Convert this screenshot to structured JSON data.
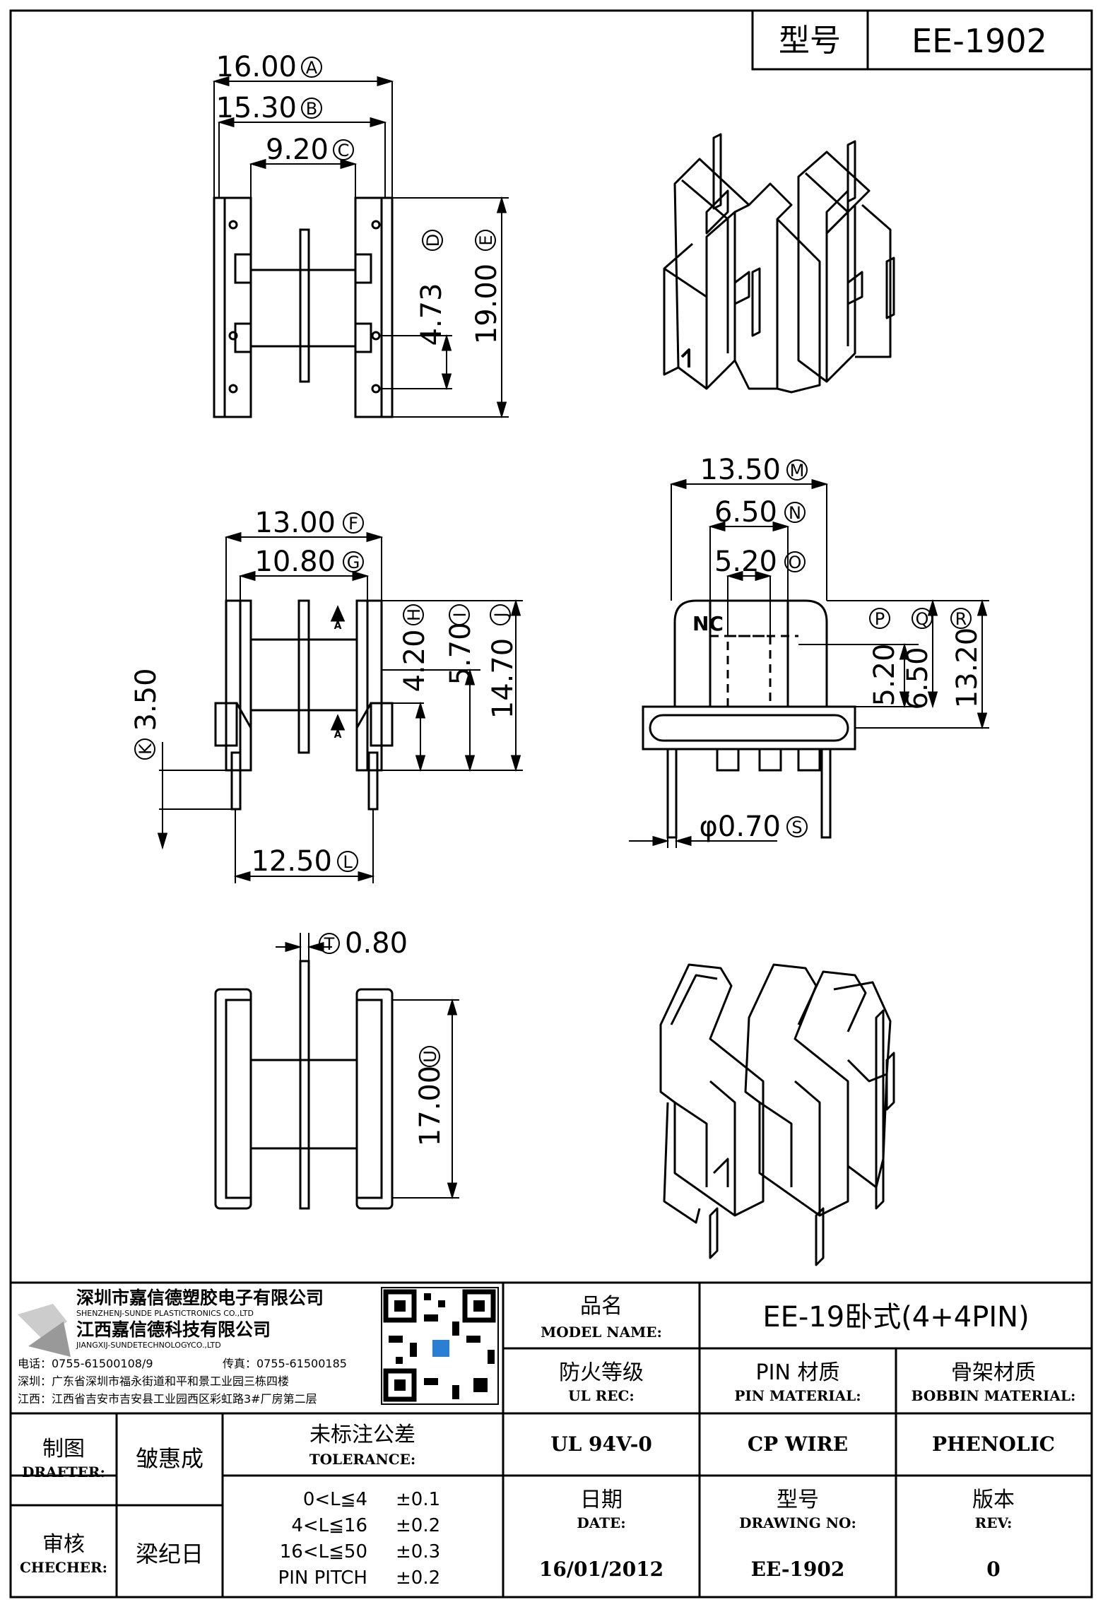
{
  "header": {
    "model_label": "型号",
    "model_value": "EE-1902"
  },
  "dims": {
    "A": {
      "value": "16.00",
      "tag": "A"
    },
    "B": {
      "value": "15.30",
      "tag": "B"
    },
    "C": {
      "value": "9.20",
      "tag": "C"
    },
    "D": {
      "value": "4.73",
      "tag": "D"
    },
    "E": {
      "value": "19.00",
      "tag": "E"
    },
    "F": {
      "value": "13.00",
      "tag": "F"
    },
    "G": {
      "value": "10.80",
      "tag": "G"
    },
    "H": {
      "value": "4.20",
      "tag": "H"
    },
    "I": {
      "value": "5.70",
      "tag": "I"
    },
    "J": {
      "value": "14.70",
      "tag": "J"
    },
    "K": {
      "value": "3.50",
      "tag": "K"
    },
    "L": {
      "value": "12.50",
      "tag": "L"
    },
    "M": {
      "value": "13.50",
      "tag": "M"
    },
    "N": {
      "value": "6.50",
      "tag": "N"
    },
    "O": {
      "value": "5.20",
      "tag": "O"
    },
    "P": {
      "value": "5.20",
      "tag": "P"
    },
    "Q": {
      "value": "6.50",
      "tag": "Q"
    },
    "R": {
      "value": "13.20",
      "tag": "R"
    },
    "S": {
      "value": "φ0.70",
      "tag": "S"
    },
    "T": {
      "value": "0.80",
      "tag": "T"
    },
    "U": {
      "value": "17.00",
      "tag": "U"
    }
  },
  "marks": {
    "nc": "NC",
    "arrow_a": "A"
  },
  "company": {
    "name_sz": "深圳市嘉信德塑胶电子有限公司",
    "name_sz_en": "SHENZHENJ-SUNDE PLASTICTRONICS CO.,LTD",
    "name_jx": "江西嘉信德科技有限公司",
    "name_jx_en": "JIANGXIJ-SUNDETECHNOLOGYCO.,LTD",
    "phone": "电话：0755-61500108/9",
    "fax": "传真：0755-61500185",
    "addr_sz": "深圳：广东省深圳市福永街道和平和景工业园三栋四楼",
    "addr_jx": "江西：江西省吉安市吉安县工业园西区彩虹路3#厂房第二层"
  },
  "title_block": {
    "product_name_cn": "品名",
    "product_name_en": "MODEL NAME:",
    "product_name_value": "EE-19卧式(4+4PIN)",
    "ul_cn": "防火等级",
    "ul_en": "UL REC:",
    "ul_value": "UL 94V-0",
    "pin_cn": "PIN 材质",
    "pin_en": "PIN MATERIAL:",
    "pin_value": "CP WIRE",
    "bobbin_cn": "骨架材质",
    "bobbin_en": "BOBBIN MATERIAL:",
    "bobbin_value": "PHENOLIC",
    "drafter_cn": "制图",
    "drafter_en": "DRAFTER:",
    "drafter_value": "皱惠成",
    "checker_cn": "审核",
    "checker_en": "CHECHER:",
    "checker_value": "梁纪日",
    "tol_cn": "未标注公差",
    "tol_en": "TOLERANCE:",
    "tolerances": [
      {
        "range": "0<L≦4",
        "value": "±0.1"
      },
      {
        "range": "4<L≦16",
        "value": "±0.2"
      },
      {
        "range": "16<L≦50",
        "value": "±0.3"
      },
      {
        "range": "PIN PITCH",
        "value": "±0.2"
      }
    ],
    "date_cn": "日期",
    "date_en": "DATE:",
    "date_value": "16/01/2012",
    "drawing_cn": "型号",
    "drawing_en": "DRAWING NO:",
    "drawing_value": "EE-1902",
    "rev_cn": "版本",
    "rev_en": "REV:",
    "rev_value": "0"
  }
}
